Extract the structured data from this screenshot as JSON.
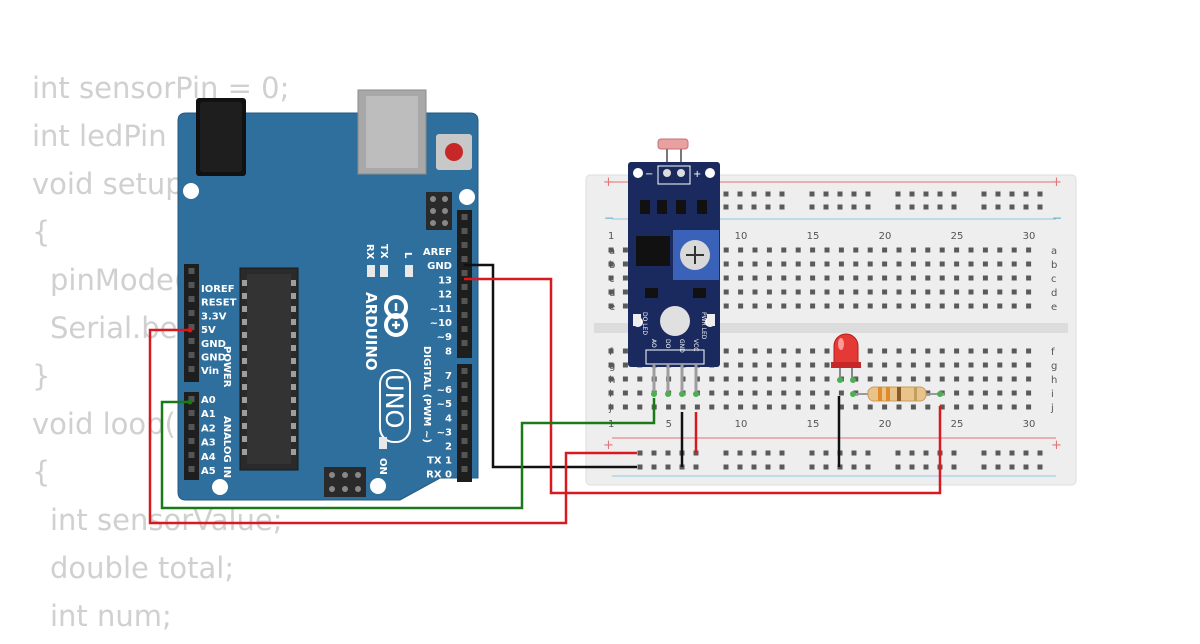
{
  "code_lines": [
    {
      "text": "int sensorPin = 0;",
      "indent": false
    },
    {
      "text": "int ledPin = 13;",
      "indent": false
    },
    {
      "text": "void setup()",
      "indent": false
    },
    {
      "text": "{",
      "indent": false
    },
    {
      "text": "pinMode(ledPin, OUTPUT);",
      "indent": true
    },
    {
      "text": "Serial.begin(9600);",
      "indent": true
    },
    {
      "text": "}",
      "indent": false
    },
    {
      "text": "void loop()",
      "indent": false
    },
    {
      "text": "{",
      "indent": false
    },
    {
      "text": "int sensorValue;",
      "indent": true
    },
    {
      "text": "double total;",
      "indent": true
    },
    {
      "text": "int num;",
      "indent": true
    }
  ],
  "arduino": {
    "brand": "ARDUINO",
    "model": "UNO",
    "on_label": "ON",
    "tx_label": "TX",
    "rx_label": "RX",
    "l_label": "L",
    "power_header": [
      "IOREF",
      "RESET",
      "3.3V",
      "5V",
      "GND",
      "GND",
      "Vin"
    ],
    "power_title": "POWER",
    "analog_header": [
      "A0",
      "A1",
      "A2",
      "A3",
      "A4",
      "A5"
    ],
    "analog_title": "ANALOG IN",
    "digital_header_top": [
      "AREF",
      "GND",
      "13",
      "12",
      "~11",
      "~10",
      "~9",
      "8"
    ],
    "digital_header_bottom": [
      "7",
      "~6",
      "~5",
      "4",
      "~3",
      "2",
      "TX 1",
      "RX 0"
    ],
    "digital_title": "DIGITAL (PWM ~)"
  },
  "sensor_module": {
    "pins": [
      "AO",
      "DO",
      "GND",
      "VCC"
    ],
    "led_left": "DO LED",
    "led_right": "PWR LED",
    "minus": "−",
    "plus": "+"
  },
  "breadboard": {
    "rows_top": [
      "a",
      "b",
      "c",
      "d",
      "e"
    ],
    "rows_bottom": [
      "f",
      "g",
      "h",
      "i",
      "j"
    ],
    "column_numbers": [
      "1",
      "5",
      "10",
      "15",
      "20",
      "25",
      "30"
    ],
    "rail_plus": "+",
    "rail_minus": "−"
  },
  "colors": {
    "board_blue": "#2e6f9e",
    "sensor_navy": "#1b2a5e",
    "wire_red": "#d71920",
    "wire_black": "#111111",
    "wire_green": "#1a7a1a",
    "breadboard": "#eeeeee",
    "code_text": "#d0d0d0"
  }
}
